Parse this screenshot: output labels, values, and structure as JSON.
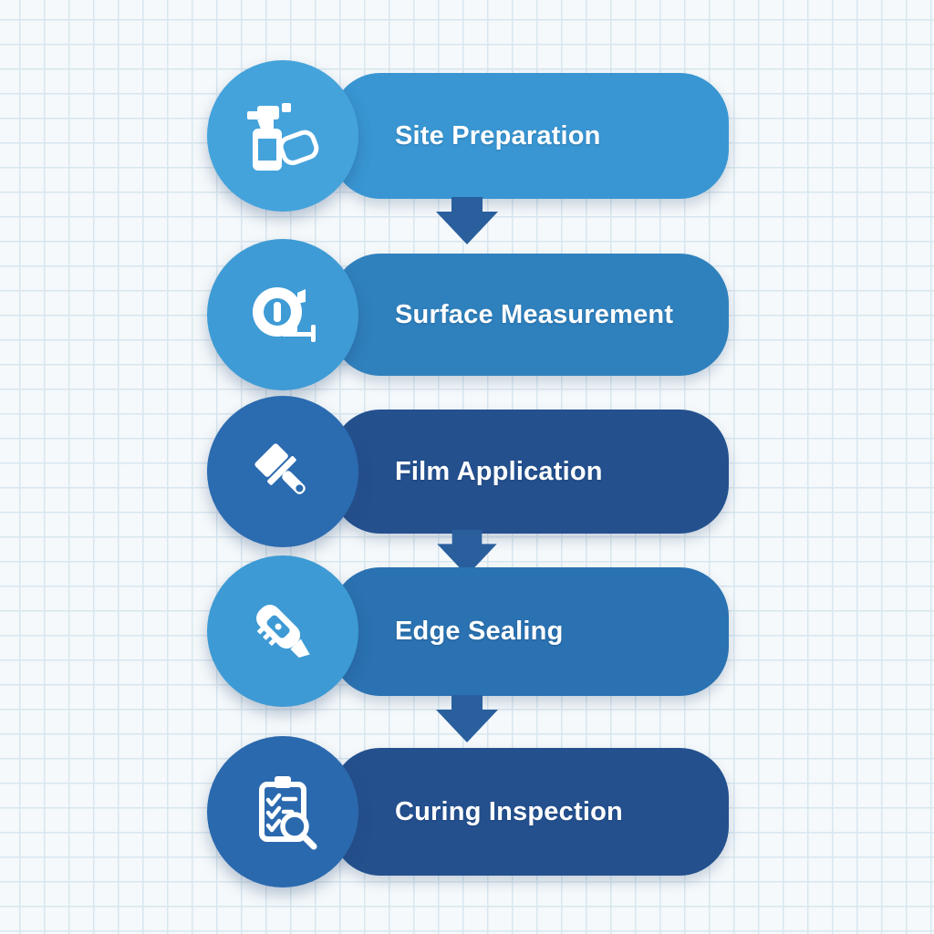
{
  "flowchart": {
    "background": {
      "base_color": "#f5f9fb",
      "grid_color": "#d8e6ef"
    },
    "arrow_color": "#2a5f9e",
    "text_color": "#ffffff",
    "steps": [
      {
        "label": "Site Preparation",
        "icon": "spray-cleaner-icon",
        "pill_color": "#3996d2",
        "circle_color": "#45a3dc",
        "arrow_after": true
      },
      {
        "label": "Surface Measurement",
        "icon": "tape-measure-icon",
        "pill_color": "#2f81bd",
        "circle_color": "#3e9bd5",
        "arrow_after": false
      },
      {
        "label": "Film Application",
        "icon": "squeegee-icon",
        "pill_color": "#24508e",
        "circle_color": "#2b6bb0",
        "arrow_after": true
      },
      {
        "label": "Edge Sealing",
        "icon": "utility-knife-icon",
        "pill_color": "#2a72b1",
        "circle_color": "#3d9ad4",
        "arrow_after": true
      },
      {
        "label": "Curing Inspection",
        "icon": "clipboard-inspection-icon",
        "pill_color": "#24508e",
        "circle_color": "#2b69ae",
        "arrow_after": false
      }
    ]
  }
}
